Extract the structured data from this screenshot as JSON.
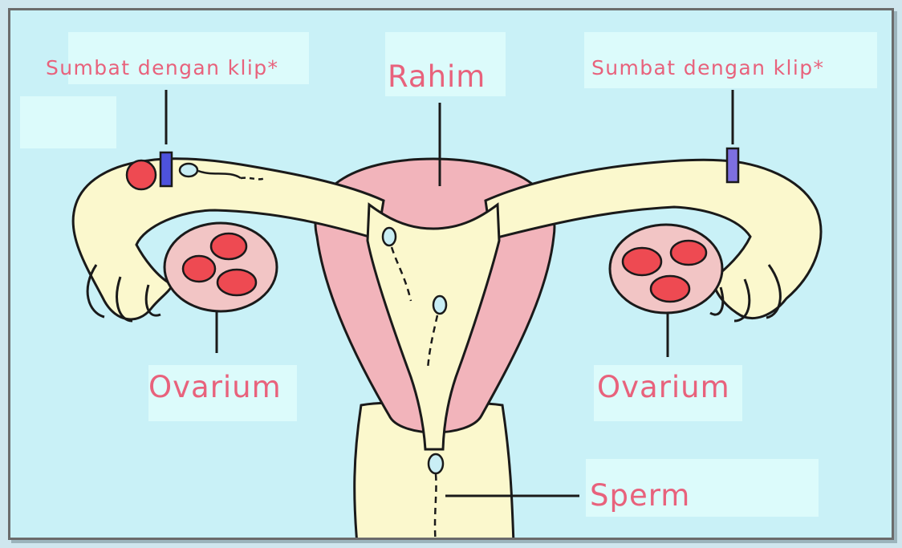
{
  "labels": {
    "clip_left": "Sumbat dengan klip*",
    "clip_right": "Sumbat dengan klip*",
    "uterus": "Rahim",
    "ovary_left": "Ovarium",
    "ovary_right": "Ovarium",
    "sperm": "Sperm"
  },
  "colors": {
    "background": "#c9f1f7",
    "label_text": "#e8627c",
    "tube_fill": "#fbf8cd",
    "uterus_fill": "#f2b4bb",
    "ovary_fill": "#f2c5c5",
    "egg_fill": "#ee4a52",
    "clip_fill": "#4d52dd",
    "sperm_fill": "#c9eef5",
    "outline": "#1a1a1a"
  }
}
